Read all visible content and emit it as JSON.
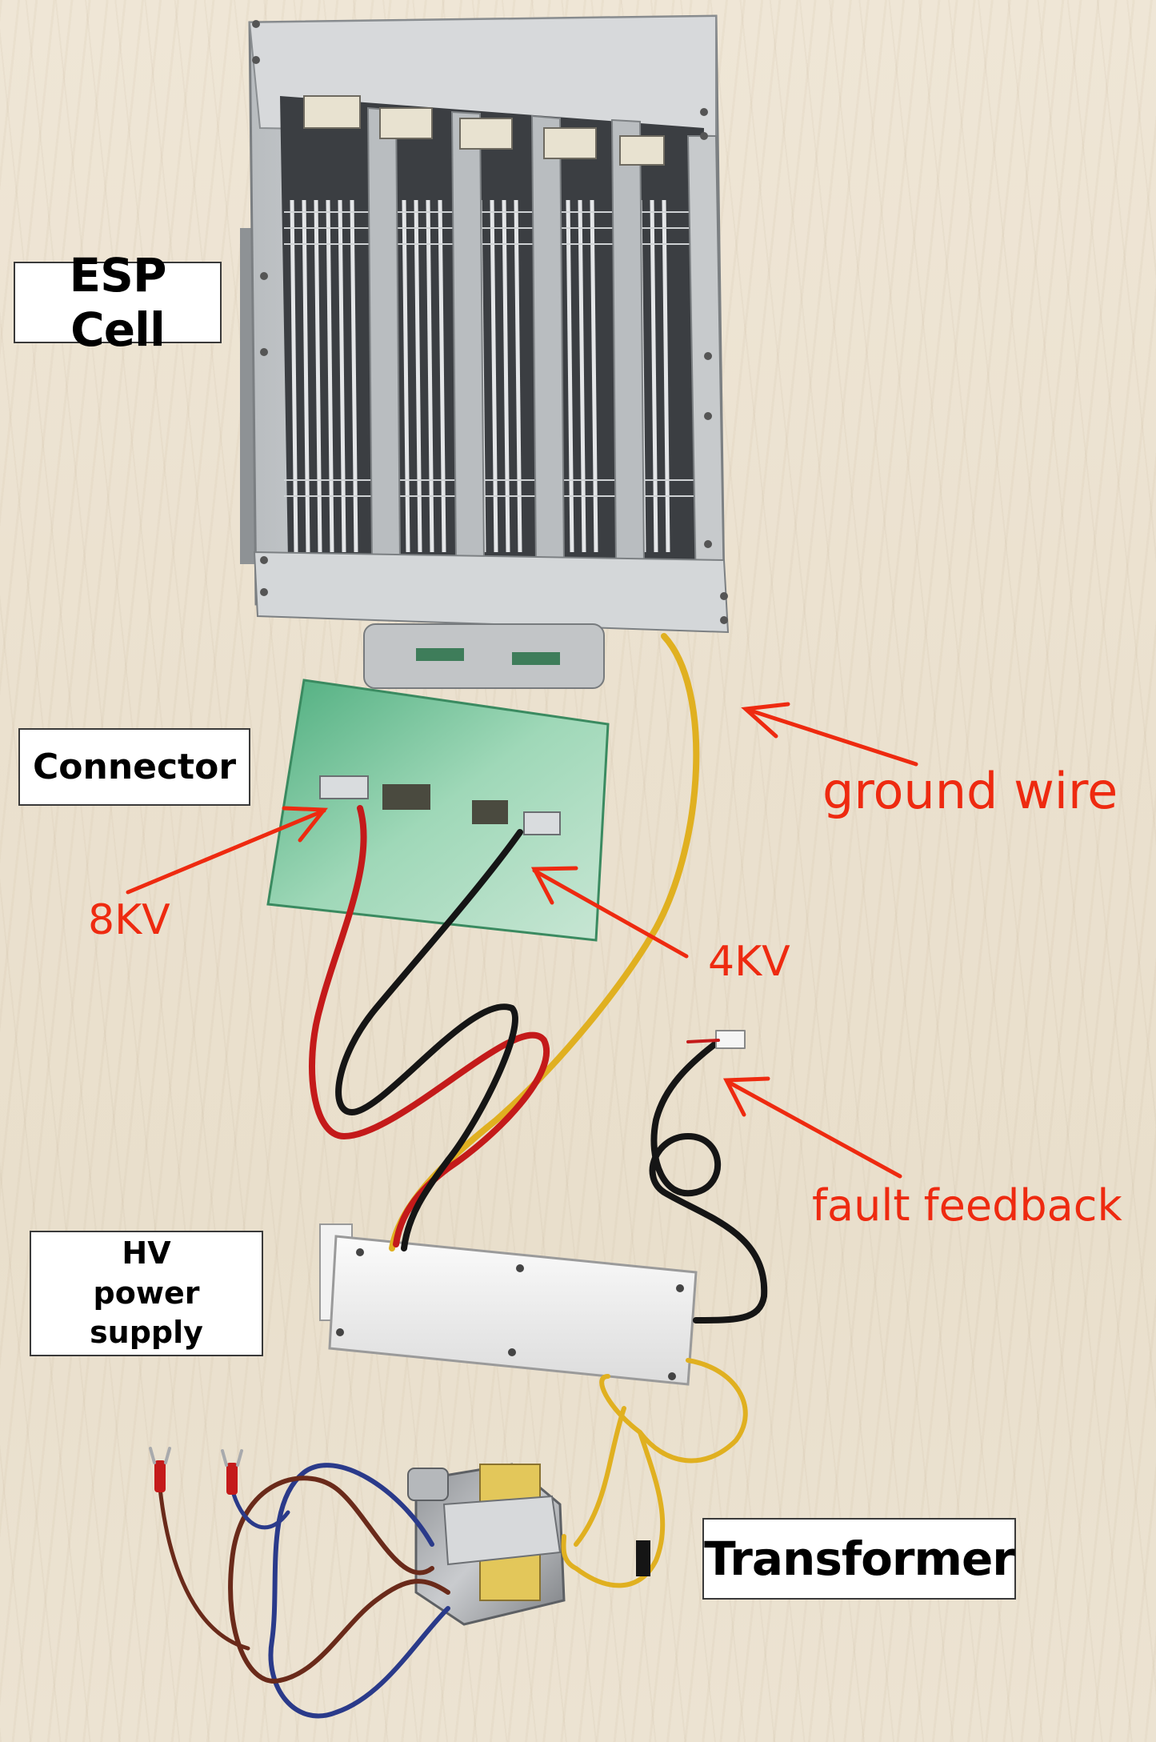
{
  "labels": {
    "esp_cell": "ESP Cell",
    "connector": "Connector",
    "hv_power_line1": "HV",
    "hv_power_line2": "power supply",
    "transformer": "Transformer"
  },
  "annotations": {
    "ground_wire": "ground wire",
    "kv8": "8KV",
    "kv4": "4KV",
    "fault_feedback": "fault feedback"
  },
  "colors": {
    "annotation_red": "#ee2a10",
    "wire_red": "#c41a1a",
    "wire_black": "#151515",
    "wire_yellow": "#e0b020",
    "wire_blue": "#2a3a8a",
    "wire_brown": "#6a2a1a",
    "pcb_green": "#7fc8a0",
    "aluminum": "#cfd2d4"
  }
}
